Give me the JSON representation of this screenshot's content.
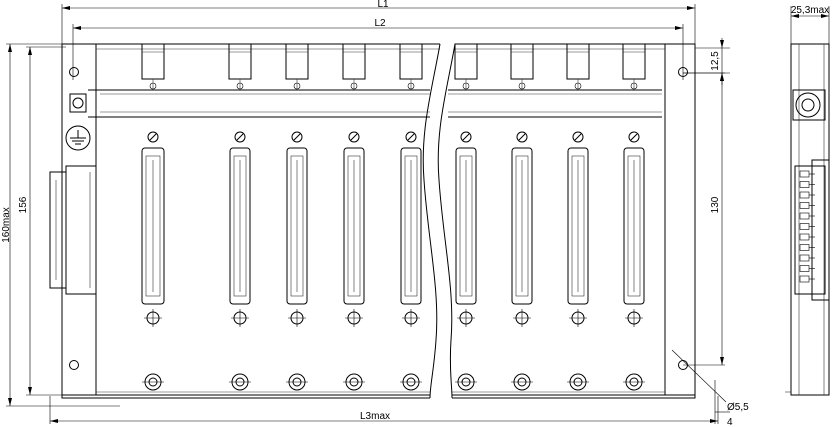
{
  "dimensions": {
    "L1": "L1",
    "L2": "L2",
    "L3": "L3max",
    "height_overall": "160max",
    "height_156": "156",
    "dim_12_5": "12,5",
    "dim_130": "130",
    "hole_dia": "Ø5,5",
    "dim_4": "4",
    "depth": "25,3max"
  },
  "slot_count": 9
}
